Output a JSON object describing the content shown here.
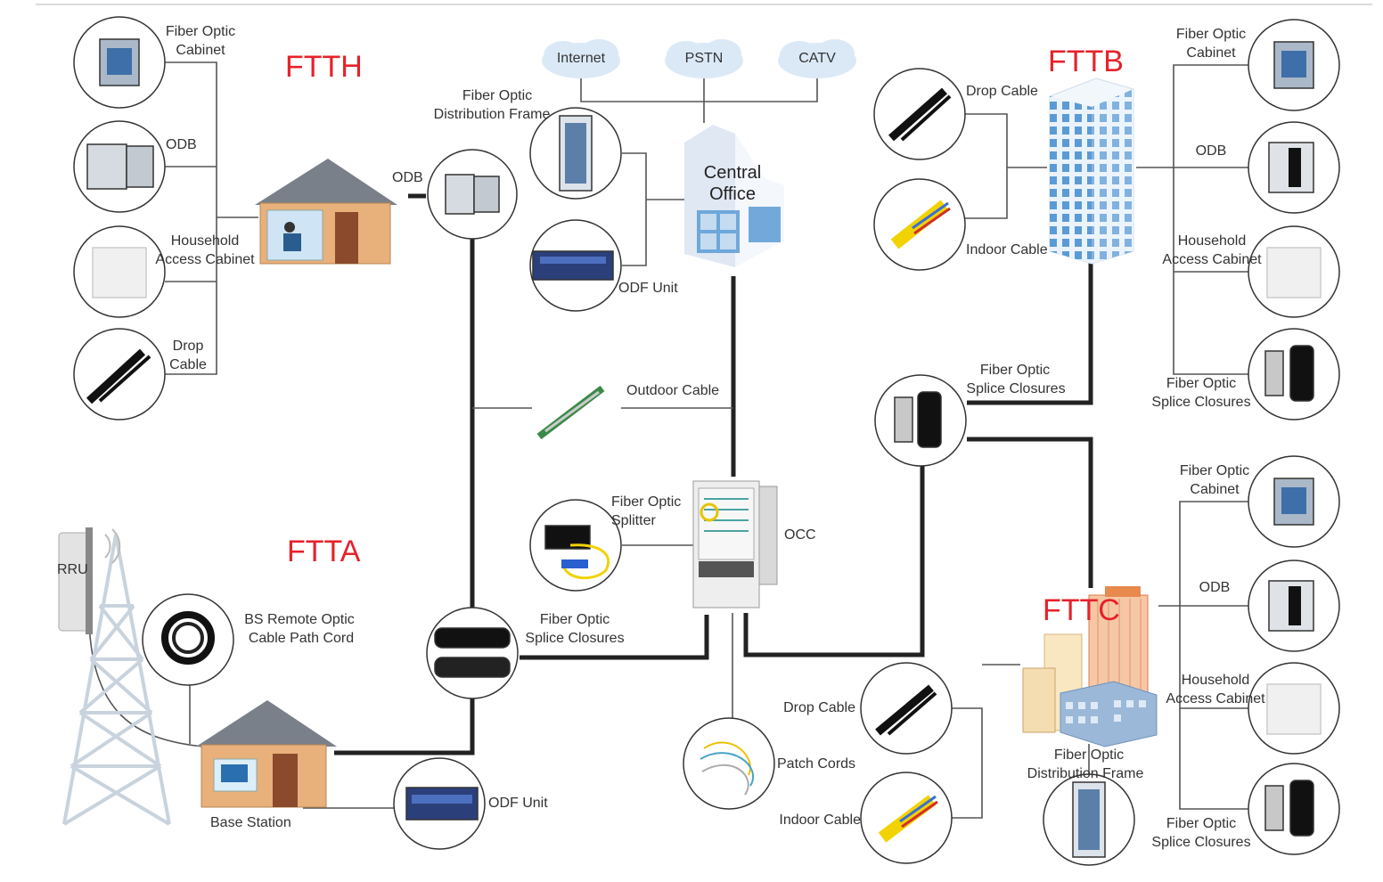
{
  "sections": {
    "ftth": "FTTH",
    "fttb": "FTTB",
    "ftta": "FTTA",
    "fttc": "FTTC"
  },
  "clouds": [
    "Internet",
    "PSTN",
    "CATV"
  ],
  "central_office": [
    "Central",
    "Office"
  ],
  "labels": {
    "ftth_cabinet_1": "Fiber Optic",
    "ftth_cabinet_2": "Cabinet",
    "ftth_odb": "ODB",
    "ftth_household_1": "Household",
    "ftth_household_2": "Access Cabinet",
    "ftth_drop_1": "Drop",
    "ftth_drop_2": "Cable",
    "ftth_house_odb": "ODB",
    "co_odf_frame_1": "Fiber Optic",
    "co_odf_frame_2": "Distribution Frame",
    "co_odf_unit": "ODF Unit",
    "outdoor_cable": "Outdoor Cable",
    "splitter_1": "Fiber Optic",
    "splitter_2": "Splitter",
    "occ": "OCC",
    "ftta_splice_1": "Fiber Optic",
    "ftta_splice_2": "Splice Closures",
    "rru": "RRU",
    "bs_cord_1": "BS Remote Optic",
    "bs_cord_2": "Cable Path Cord",
    "base_station": "Base Station",
    "ftta_odf_unit": "ODF Unit",
    "patch_cords": "Patch Cords",
    "fttc_drop": "Drop Cable",
    "fttc_indoor": "Indoor Cable",
    "fttc_frame_1": "Fiber Optic",
    "fttc_frame_2": "Distribution Frame",
    "fttb_drop": "Drop Cable",
    "fttb_indoor": "Indoor Cable",
    "mid_splice_1": "Fiber Optic",
    "mid_splice_2": "Splice Closures",
    "fttb_cabinet_1": "Fiber Optic",
    "fttb_cabinet_2": "Cabinet",
    "fttb_odb": "ODB",
    "fttb_household_1": "Household",
    "fttb_household_2": "Access Cabinet",
    "fttb_splice_1": "Fiber Optic",
    "fttb_splice_2": "Splice Closures",
    "fttc_cabinet_1": "Fiber Optic",
    "fttc_cabinet_2": "Cabinet",
    "fttc_odb": "ODB",
    "fttc_household_1": "Household",
    "fttc_household_2": "Access Cabinet",
    "fttc_splice_1": "Fiber Optic",
    "fttc_splice_2": "Splice Closures"
  },
  "colors": {
    "accent_title": "#e5222a",
    "line": "#222222",
    "thin_line": "#555555",
    "circle_stroke": "#333333",
    "building_blue": "#6fa8dc",
    "house_wall": "#e8b07a",
    "house_roof": "#7a8089"
  }
}
